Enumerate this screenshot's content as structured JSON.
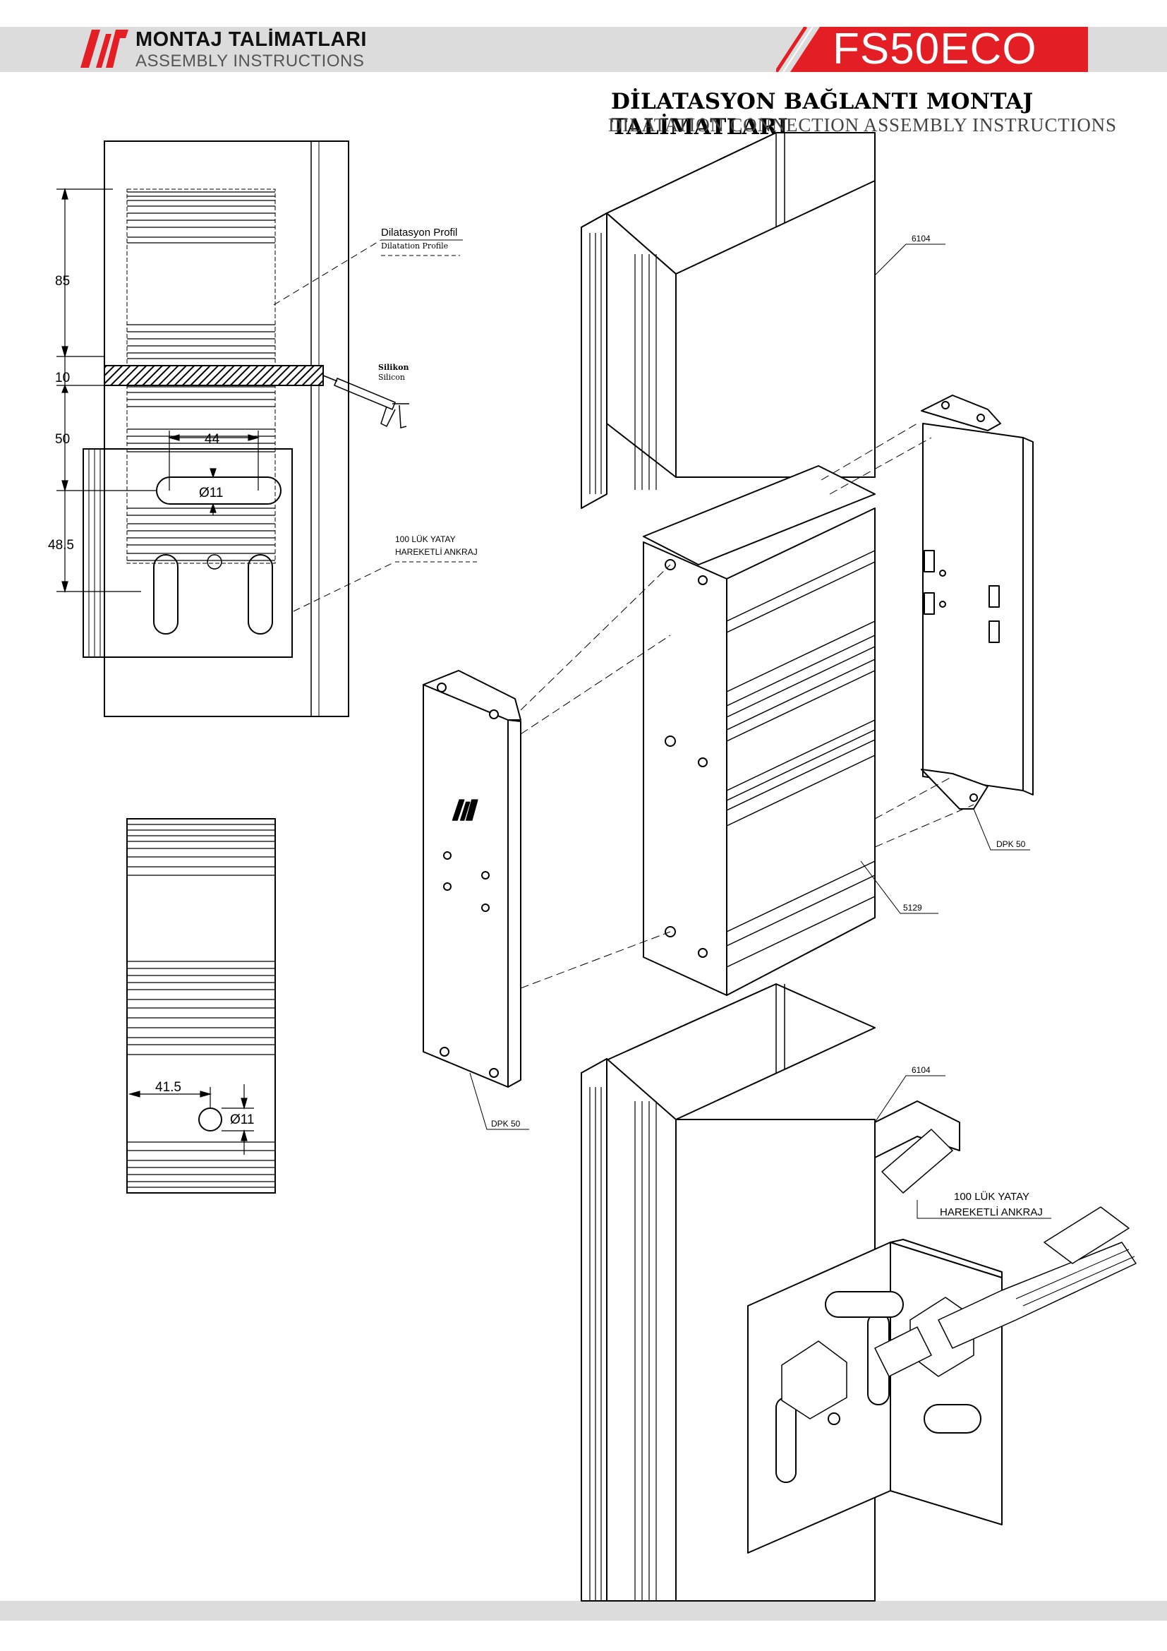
{
  "header": {
    "title_tr": "MONTAJ TALİMATLARI",
    "title_en": "ASSEMBLY INSTRUCTIONS",
    "product_code": "FS50ECO",
    "brand_color": "#e31e24"
  },
  "page_title": {
    "tr": "DİLATASYON BAĞLANTI MONTAJ TALİMATLARI",
    "en": "DILATATION CONNECTION ASSEMBLY INSTRUCTIONS"
  },
  "section_view": {
    "dimensions": {
      "d85": "85",
      "d10": "10",
      "d50": "50",
      "d48_5": "48.5",
      "d44": "44",
      "dia11": "Ø11"
    },
    "labels": {
      "dilatation_profile_tr": "Dilatasyon Profil",
      "dilatation_profile_en": "Dilatation Profile",
      "silicone_tr": "Silikon",
      "silicone_en": "Silicon",
      "anchor_line1": "100 LÜK YATAY",
      "anchor_line2": "HAREKETLİ ANKRAJ"
    }
  },
  "detail_view": {
    "d41_5": "41.5",
    "dia11": "Ø11"
  },
  "exploded_view": {
    "labels": {
      "profile_top": "6104",
      "profile_bottom": "6104",
      "connector": "5129",
      "dpk_right": "DPK 50",
      "dpk_left": "DPK 50",
      "anchor_line1": "100 LÜK YATAY",
      "anchor_line2": "HAREKETLİ ANKRAJ"
    }
  }
}
